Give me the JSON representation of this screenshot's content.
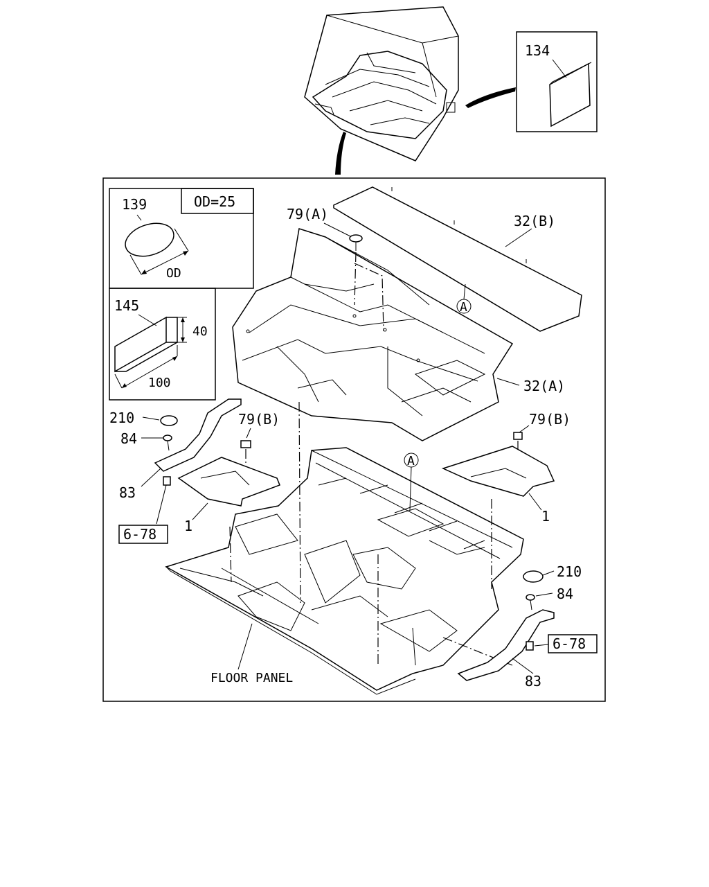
{
  "inset": {
    "label_134": "134"
  },
  "detail_139": {
    "part": "139",
    "spec": "OD=25",
    "dim": "OD"
  },
  "detail_145": {
    "part": "145",
    "height": "40",
    "length": "100"
  },
  "callouts": {
    "c32b": "32(B)",
    "c32a": "32(A)",
    "c79a": "79(A)",
    "c79b_left": "79(B)",
    "c79b_right": "79(B)",
    "c210_left": "210",
    "c210_right": "210",
    "c84_left": "84",
    "c84_right": "84",
    "c83_left": "83",
    "c83_right": "83",
    "c1_left": "1",
    "c1_right": "1",
    "ref_left": "6-78",
    "ref_right": "6-78",
    "marker_a_top": "A",
    "marker_a_bottom": "A",
    "floor_panel": "FLOOR PANEL"
  }
}
